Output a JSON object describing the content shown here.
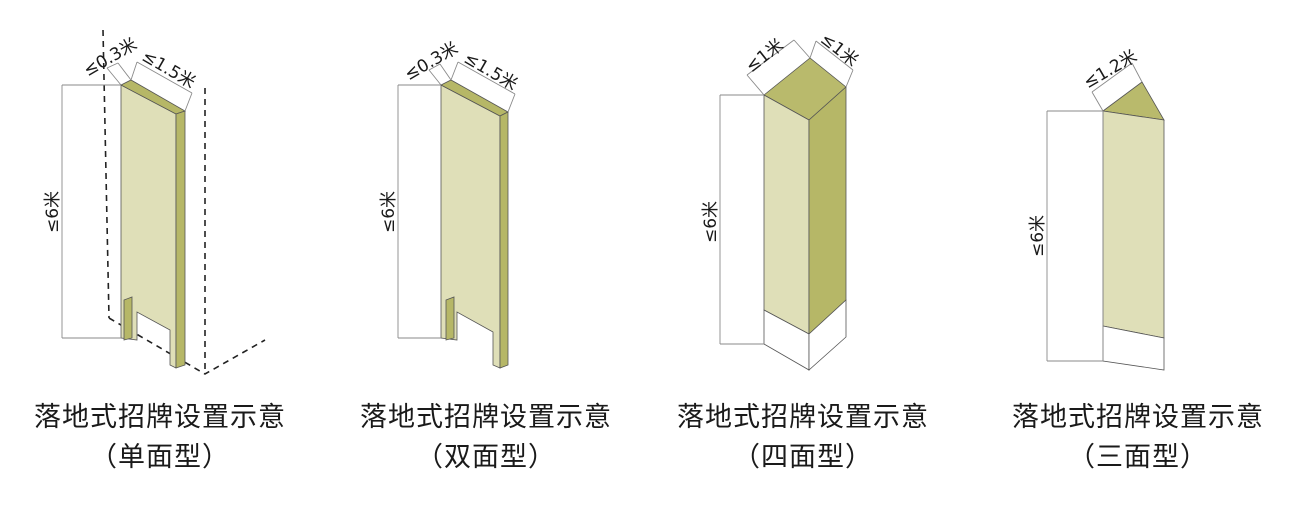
{
  "figures": [
    {
      "id": "single",
      "caption_line1": "落地式招牌设置示意",
      "caption_line2": "（单面型）",
      "dim_height": "≤6米",
      "dim_thickness": "≤0.3米",
      "dim_width": "≤1.5米"
    },
    {
      "id": "double",
      "caption_line1": "落地式招牌设置示意",
      "caption_line2": "（双面型）",
      "dim_height": "≤6米",
      "dim_thickness": "≤0.3米",
      "dim_width": "≤1.5米"
    },
    {
      "id": "four",
      "caption_line1": "落地式招牌设置示意",
      "caption_line2": "（四面型）",
      "dim_height": "≤6米",
      "dim_side_a": "≤1米",
      "dim_side_b": "≤1米"
    },
    {
      "id": "three",
      "caption_line1": "落地式招牌设置示意",
      "caption_line2": "（三面型）",
      "dim_height": "≤6米",
      "dim_side": "≤1.2米"
    }
  ],
  "colors": {
    "front_face": "#dfdfb8",
    "side_face": "#b6b767",
    "outline": "#555555"
  }
}
